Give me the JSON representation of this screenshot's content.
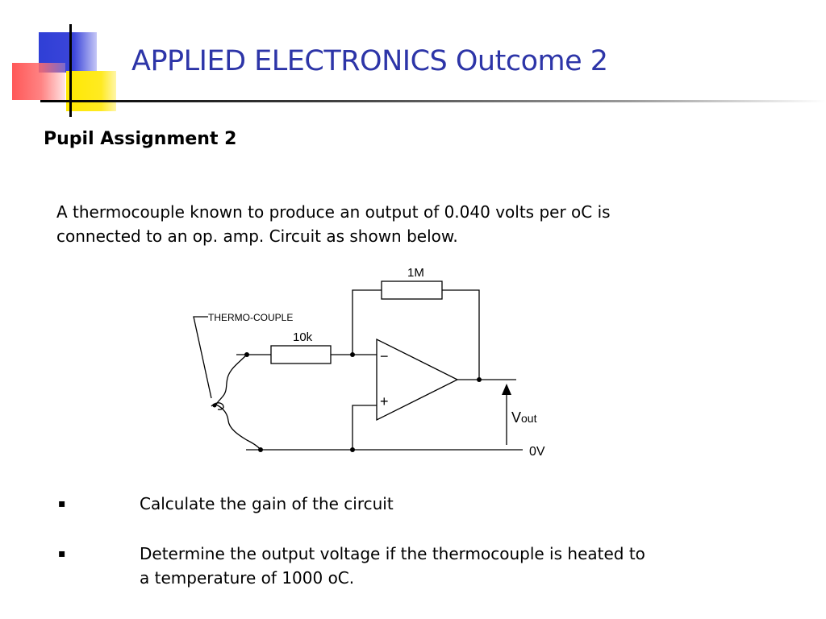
{
  "slide": {
    "title": "APPLIED ELECTRONICS Outcome 2",
    "subtitle": "Pupil Assignment 2",
    "intro_line1": "A thermocouple known to produce an output of 0.040 volts per oC is",
    "intro_line2": "connected to an op. amp. Circuit as shown below.",
    "bullets": [
      {
        "mark": "▪",
        "line1": "Calculate the gain of the circuit",
        "line2": ""
      },
      {
        "mark": "▪",
        "line1": "Determine the output voltage if the thermocouple is heated to",
        "line2": "a temperature of 1000 oC."
      }
    ]
  },
  "circuit": {
    "feedback_resistor_label": "1M",
    "input_resistor_label": "10k",
    "sensor_label": "THERMO-COUPLE",
    "minus_symbol": "−",
    "plus_symbol": "+",
    "vout_v": "V",
    "vout_sub": "out",
    "ground_label": "0V"
  }
}
